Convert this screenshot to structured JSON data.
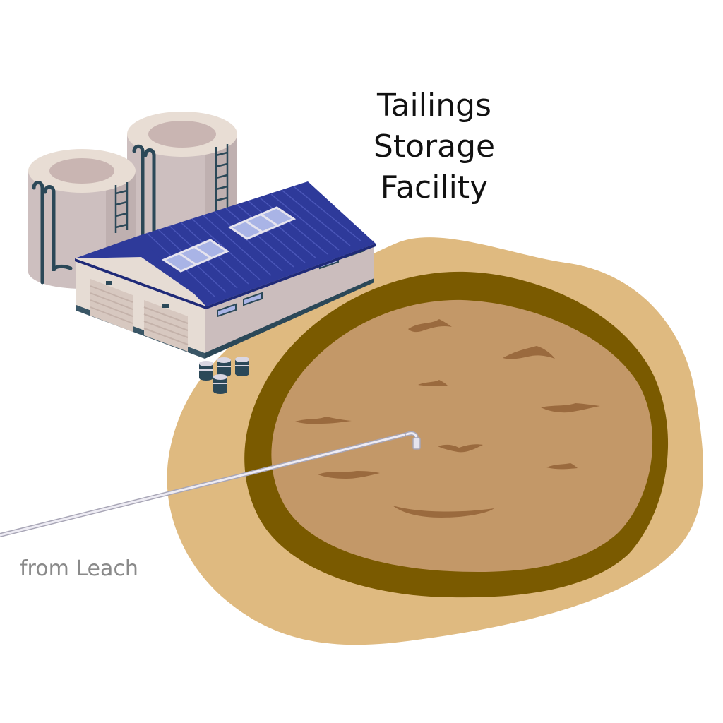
{
  "title": {
    "line1": "Tailings",
    "line2": "Storage",
    "line3": "Facility"
  },
  "source_label": "from Leach",
  "colors": {
    "ground": "#dfba80",
    "dam_wall": "#7a5a00",
    "pond": "#c39868",
    "ripples": "#9a6a3e",
    "pipe": "#e6e4ee",
    "pipe_outline": "#a8a6b6",
    "roof": "#2e3a9a",
    "roof_ridges": "#4a56b8",
    "wall_light": "#e6dcd4",
    "wall_shade": "#cbbdbd",
    "tank": "#cdbfbf",
    "tank_top": "#e8ddd4",
    "pipework": "#2b4858",
    "window": "#a9b4e6",
    "title_text": "#111111",
    "label_text": "#8a8a8a"
  }
}
